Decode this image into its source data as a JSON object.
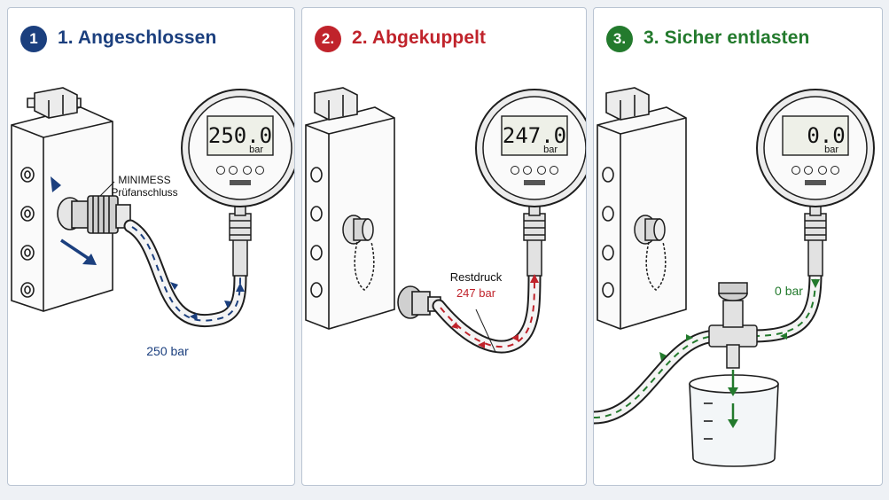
{
  "colors": {
    "blue": "#1b3f7e",
    "red": "#c0232b",
    "green": "#237a2d"
  },
  "steps": [
    {
      "badge": "1",
      "title": "1. Angeschlossen",
      "gauge_value": "250.0",
      "gauge_unit": "bar",
      "callout_line1": "MINIMESS",
      "callout_line2": "Prüfanschluss",
      "hose_pressure": "250 bar"
    },
    {
      "badge": "2.",
      "title": "2. Abgekuppelt",
      "gauge_value": "247.0",
      "gauge_unit": "bar",
      "residual_label": "Restdruck",
      "residual_value": "247 bar"
    },
    {
      "badge": "3.",
      "title": "3. Sicher entlasten",
      "gauge_value": "0.0",
      "gauge_unit": "bar",
      "hose_pressure": "0 bar"
    }
  ],
  "icons": [
    "pressure-gauge-icon",
    "manifold-block-icon",
    "minimess-coupling-icon",
    "dust-cap-icon",
    "bleed-valve-icon",
    "collection-beaker-icon",
    "flow-arrow-icon"
  ]
}
